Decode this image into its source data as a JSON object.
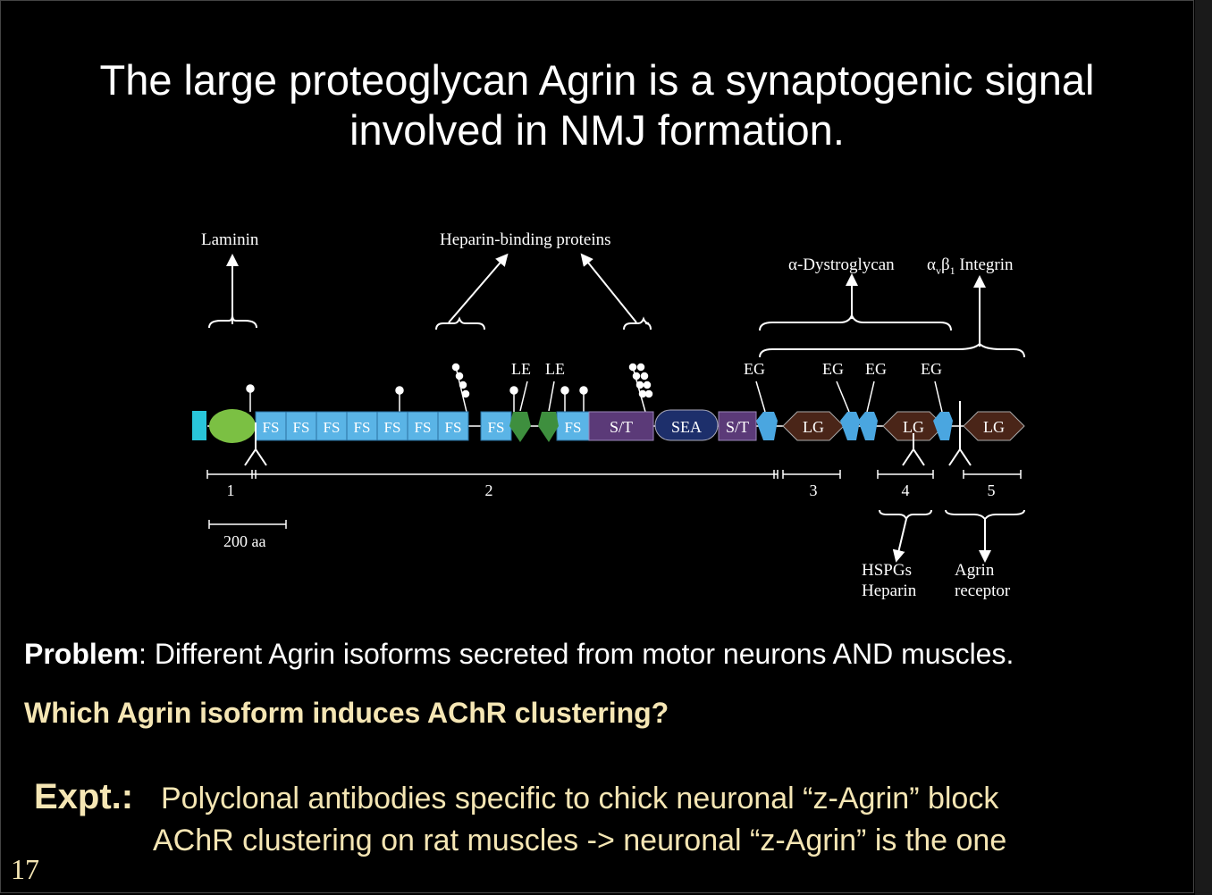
{
  "slide": {
    "title": "The large proteoglycan Agrin is a synaptogenic signal involved in NMJ formation.",
    "problem_label": "Problem",
    "problem_text": ": Different Agrin isoforms secreted from motor neurons AND muscles.",
    "question": "Which Agrin isoform induces AChR clustering?",
    "expt_label": "Expt.:",
    "expt_line1": "Polyclonal antibodies specific to chick neuronal “z-Agrin” block",
    "expt_line2": "AChR clustering on rat muscles  ->  neuronal “z-Agrin” is the one",
    "slide_number": "17"
  },
  "diagram": {
    "labels": {
      "laminin": "Laminin",
      "heparin_binding": "Heparin-binding proteins",
      "dystroglycan": "α-Dystroglycan",
      "integrin_prefix": "α",
      "integrin_sub1": "v",
      "integrin_mid": "β",
      "integrin_sub2": "1",
      "integrin_suffix": " Integrin",
      "le1": "LE",
      "le2": "LE",
      "eg1": "EG",
      "eg2": "EG",
      "eg3": "EG",
      "eg4": "EG",
      "hspgs": "HSPGs",
      "heparin": "Heparin",
      "agrin": "Agrin",
      "receptor": "receptor",
      "scale": "200 aa"
    },
    "domains": {
      "fs": "FS",
      "st": "S/T",
      "sea": "SEA",
      "lg": "LG"
    },
    "regions": [
      "1",
      "2",
      "3",
      "4",
      "5"
    ],
    "colors": {
      "fs_blue": "#5ab4e6",
      "green_oval": "#7bc043",
      "le_green": "#3e8f3e",
      "st_purple": "#5b3a78",
      "sea_navy": "#1d2f6b",
      "lg_brown": "#4a2518",
      "eg_blue": "#4aa6e0",
      "cyan_cap": "#29c5d9",
      "text_yellow": "#f5e6b4"
    }
  }
}
